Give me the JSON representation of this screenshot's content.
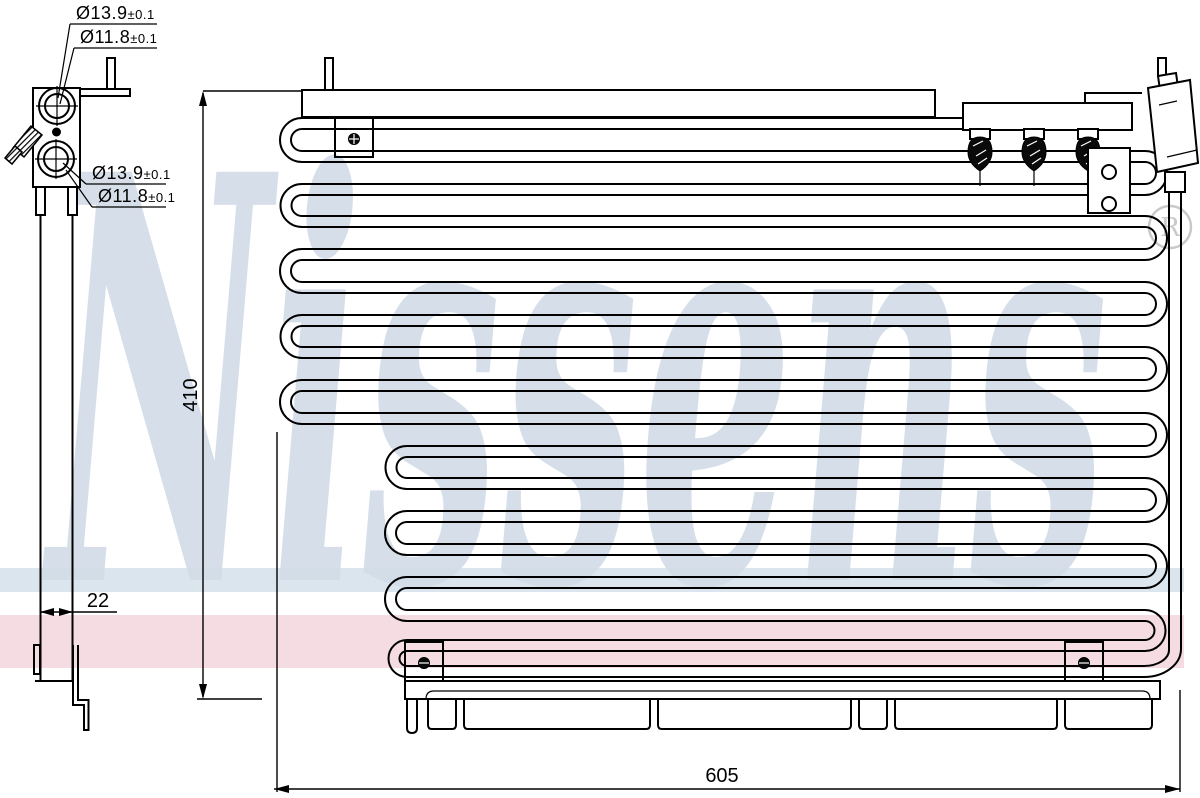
{
  "drawing": {
    "watermark": {
      "text": "Nissens",
      "registered": "R"
    },
    "dimensions": {
      "height": "410",
      "side_depth": "22",
      "width": "605"
    },
    "port_labels": {
      "top_outer": {
        "dia": "Ø13.9",
        "tol": "±0.1"
      },
      "top_inner": {
        "dia": "Ø11.8",
        "tol": "±0.1"
      },
      "lower_outer": {
        "dia": "Ø13.9",
        "tol": "±0.1"
      },
      "lower_inner": {
        "dia": "Ø11.8",
        "tol": "±0.1"
      }
    },
    "colors": {
      "line": "#000000",
      "watermark": "#d3dde8",
      "band_blue": "#dbe5ee",
      "band_pink": "#f4dce2",
      "registered_gray": "#c5c5c5"
    }
  }
}
